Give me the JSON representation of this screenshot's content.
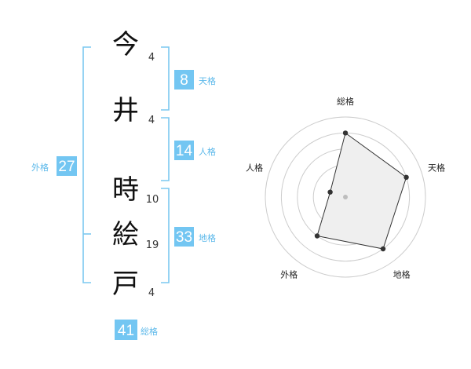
{
  "name": {
    "characters": [
      {
        "char": "今",
        "strokes": "4"
      },
      {
        "char": "井",
        "strokes": "4"
      },
      {
        "char": "時",
        "strokes": "10"
      },
      {
        "char": "絵",
        "strokes": "19"
      },
      {
        "char": "戸",
        "strokes": "4"
      }
    ]
  },
  "fortune": {
    "tenkaku": {
      "value": "8",
      "label": "天格"
    },
    "jinkaku": {
      "value": "14",
      "label": "人格"
    },
    "chikaku": {
      "value": "33",
      "label": "地格"
    },
    "gaikaku": {
      "value": "27",
      "label": "外格"
    },
    "soukaku": {
      "value": "41",
      "label": "総格"
    }
  },
  "colors": {
    "accent": "#73c6f2",
    "bracket": "#7cc8f0",
    "label": "#5bb8ea"
  },
  "chart_data": {
    "type": "radar",
    "axes": [
      "総格",
      "天格",
      "地格",
      "外格",
      "人格"
    ],
    "values": [
      4,
      4,
      4,
      3,
      1
    ],
    "max": 5,
    "rings": 5
  }
}
